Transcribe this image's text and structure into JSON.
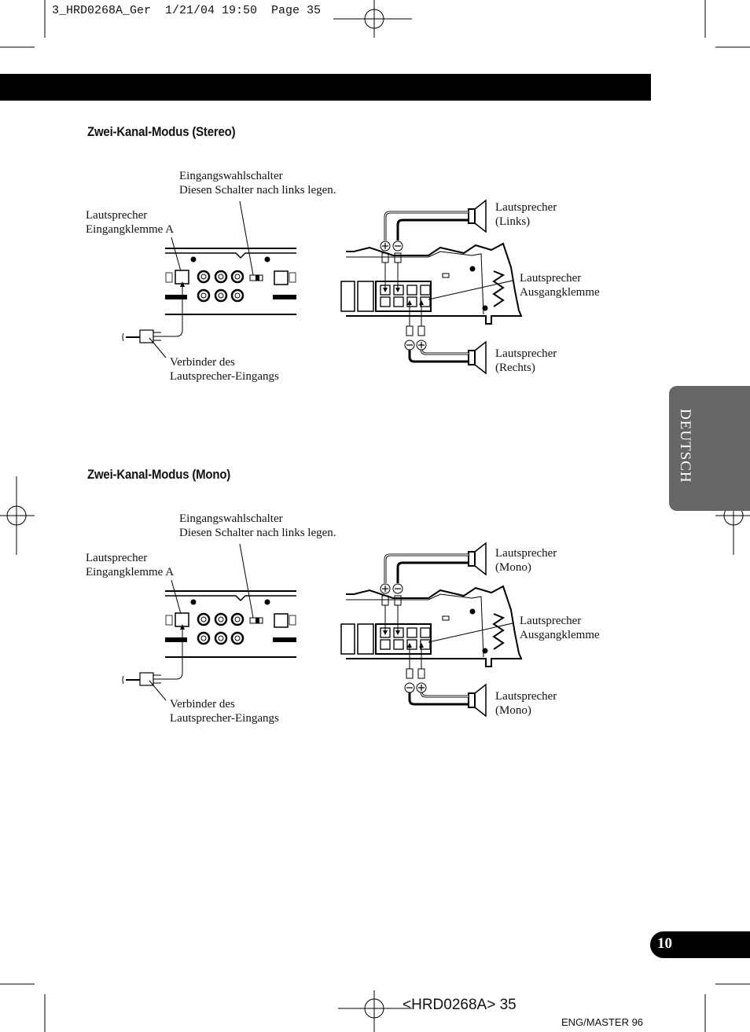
{
  "slug_line": "3_HRD0268A_Ger  1/21/04 19:50  Page 35",
  "sections": [
    {
      "title": "Zwei-Kanal-Modus (Stereo)",
      "labels": {
        "input_switch": "Eingangswahlschalter\nDiesen Schalter nach links legen.",
        "speaker_input_terminal": "Lautsprecher\nEingangklemme A",
        "speaker_input_connector": "Verbinder des\nLautsprecher-Eingangs",
        "speaker_top": "Lautsprecher\n(Links)",
        "speaker_output_terminal": "Lautsprecher\nAusgangklemme",
        "speaker_bottom": "Lautsprecher\n(Rechts)"
      }
    },
    {
      "title": "Zwei-Kanal-Modus (Mono)",
      "labels": {
        "input_switch": "Eingangswahlschalter\nDiesen Schalter nach links legen.",
        "speaker_input_terminal": "Lautsprecher\nEingangklemme A",
        "speaker_input_connector": "Verbinder des\nLautsprecher-Eingangs",
        "speaker_top": "Lautsprecher\n(Mono)",
        "speaker_output_terminal": "Lautsprecher\nAusgangklemme",
        "speaker_bottom": "Lautsprecher\n(Mono)"
      }
    }
  ],
  "side_tab": "DEUTSCH",
  "page_number": "10",
  "footer_code": "<HRD0268A> 35",
  "footer_master": "ENG/MASTER 96"
}
